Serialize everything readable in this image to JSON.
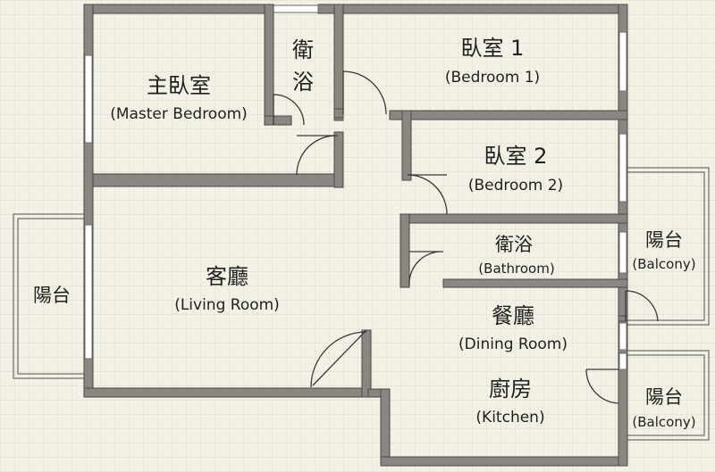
{
  "rooms": {
    "master_bedroom": {
      "zh": "主臥室",
      "en": "(Master Bedroom)"
    },
    "bath_top": {
      "zh1": "衛",
      "zh2": "浴"
    },
    "bedroom1": {
      "zh": "臥室 1",
      "en": "(Bedroom 1)"
    },
    "bedroom2": {
      "zh": "臥室 2",
      "en": "(Bedroom 2)"
    },
    "bathroom": {
      "zh": "衛浴",
      "en": "(Bathroom)"
    },
    "living_room": {
      "zh": "客廳",
      "en": "(Living Room)"
    },
    "dining_room": {
      "zh": "餐廳",
      "en": "(Dining Room)"
    },
    "kitchen": {
      "zh": "廚房",
      "en": "(Kitchen)"
    },
    "balcony_left": {
      "zh": "陽台"
    },
    "balcony_right_top": {
      "zh": "陽台",
      "en": "(Balcony)"
    },
    "balcony_right_bottom": {
      "zh": "陽台",
      "en": "(Balcony)"
    }
  },
  "colors": {
    "wall": "#8a8783",
    "background": "#f3f0e6",
    "grid": "#d9d6ce"
  }
}
